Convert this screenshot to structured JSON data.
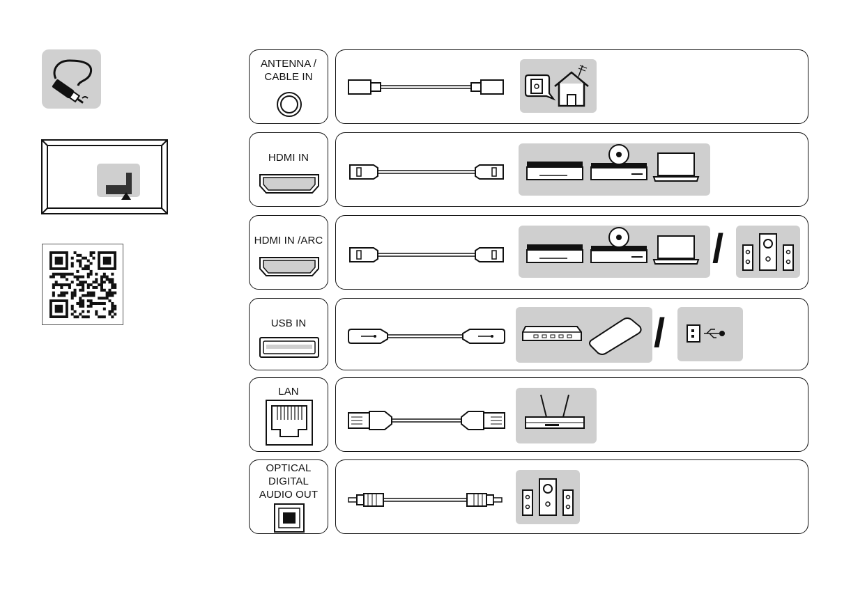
{
  "ports": [
    {
      "id": "antenna",
      "label_lines": [
        "ANTENNA /",
        "CABLE IN"
      ]
    },
    {
      "id": "hdmi",
      "label_lines": [
        "HDMI IN"
      ]
    },
    {
      "id": "hdmi_arc",
      "label_lines": [
        "HDMI IN /ARC"
      ]
    },
    {
      "id": "usb",
      "label_lines": [
        "USB IN"
      ]
    },
    {
      "id": "lan",
      "label_lines": [
        "LAN"
      ]
    },
    {
      "id": "optical",
      "label_lines": [
        "OPTICAL",
        "DIGITAL",
        "AUDIO OUT"
      ]
    }
  ],
  "separators": {
    "slash": "/"
  },
  "colors": {
    "line": "#111111",
    "device_bg": "#cfcfcf",
    "icon_bg": "#d0d0d0"
  },
  "icons": {
    "left_column": [
      "cable-icon",
      "tv-back-port-location-icon",
      "qr-code-icon"
    ],
    "antenna_row": [
      "coax-cable-icon",
      "wall-socket-icon",
      "house-antenna-icon"
    ],
    "hdmi_row": [
      "hdmi-cable-icon",
      "set-top-box-icon",
      "disc-player-icon",
      "laptop-icon"
    ],
    "hdmi_arc_row": [
      "hdmi-cable-icon",
      "set-top-box-icon",
      "disc-player-icon",
      "laptop-icon",
      "speaker-system-icon"
    ],
    "usb_row": [
      "usb-cable-icon",
      "hdd-icon",
      "portable-drive-icon",
      "usb-stick-icon"
    ],
    "lan_row": [
      "ethernet-cable-icon",
      "router-icon"
    ],
    "optical_row": [
      "optical-cable-icon",
      "speaker-system-icon"
    ]
  }
}
